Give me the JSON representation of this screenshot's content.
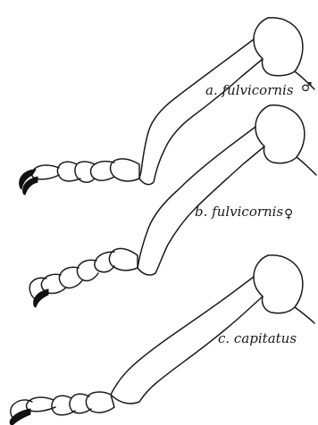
{
  "figures": [
    {
      "label": "a. fulvicornis",
      "sex_symbol": "♂"
    },
    {
      "label": "b. fulvicornis",
      "sex_symbol": "♀"
    },
    {
      "label": "c. capitatus",
      "sex_symbol": ""
    }
  ],
  "colors": {
    "background": "#ffffff",
    "ink": "#1a1a1a"
  }
}
